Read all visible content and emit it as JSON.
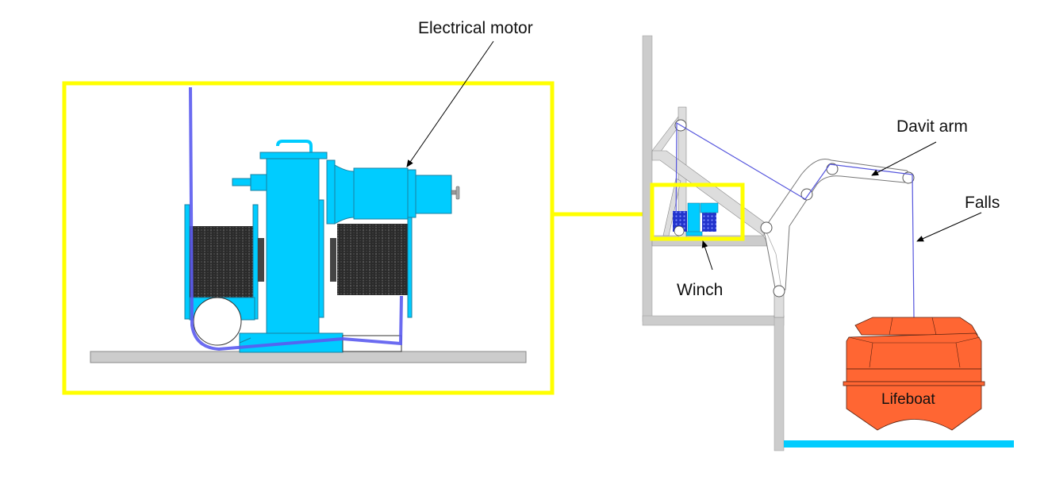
{
  "labels": {
    "electrical_motor": "Electrical motor",
    "davit_arm": "Davit arm",
    "falls": "Falls",
    "winch": "Winch",
    "lifeboat": "Lifeboat"
  },
  "colors": {
    "highlight_frame": "#ffff00",
    "winch_body": "#00ccff",
    "winch_outline": "#1a7fa0",
    "drum_dark": "#333333",
    "wire_rope": "#5b5bf0",
    "structure_gray": "#cccccc",
    "lifeboat_orange": "#ff6633",
    "water": "#00ccff"
  }
}
